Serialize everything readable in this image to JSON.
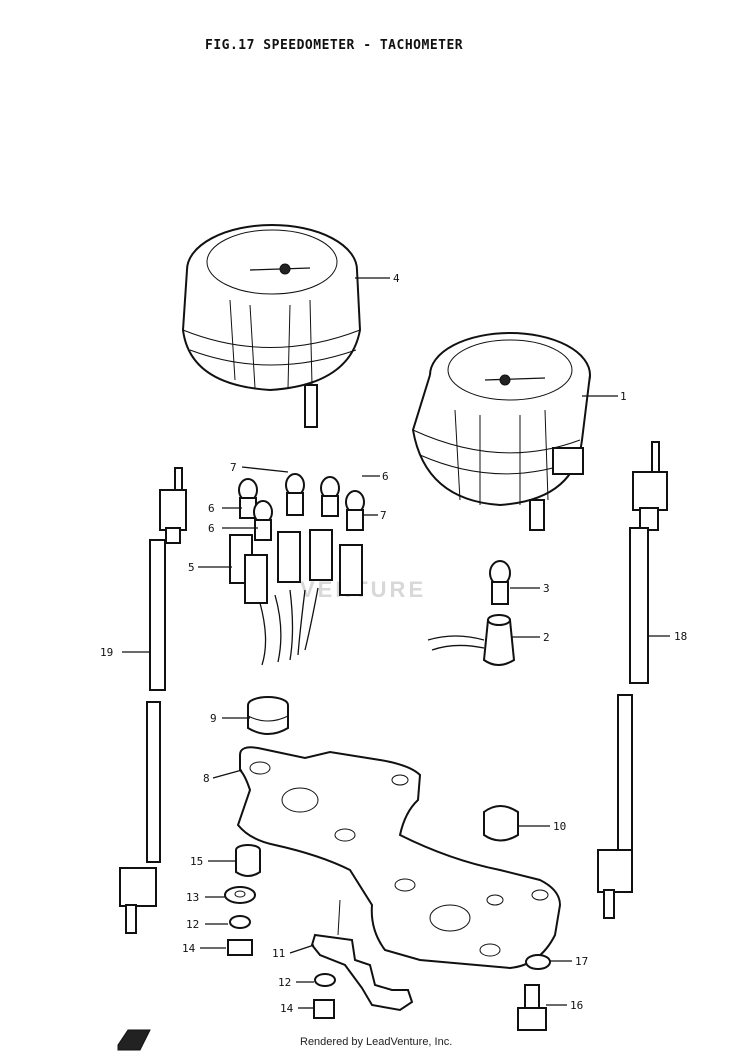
{
  "title": "FIG.17  SPEEDOMETER - TACHOMETER",
  "footer": "Rendered by LeadVenture, Inc.",
  "watermark": "VENTURE",
  "callouts": [
    "1",
    "2",
    "3",
    "4",
    "5",
    "6",
    "6",
    "6",
    "7",
    "7",
    "8",
    "9",
    "10",
    "11",
    "12",
    "12",
    "13",
    "14",
    "14",
    "15",
    "16",
    "17",
    "18",
    "19"
  ],
  "colors": {
    "ink": "#111111",
    "background": "#ffffff",
    "watermark": "#d8d8d8"
  }
}
